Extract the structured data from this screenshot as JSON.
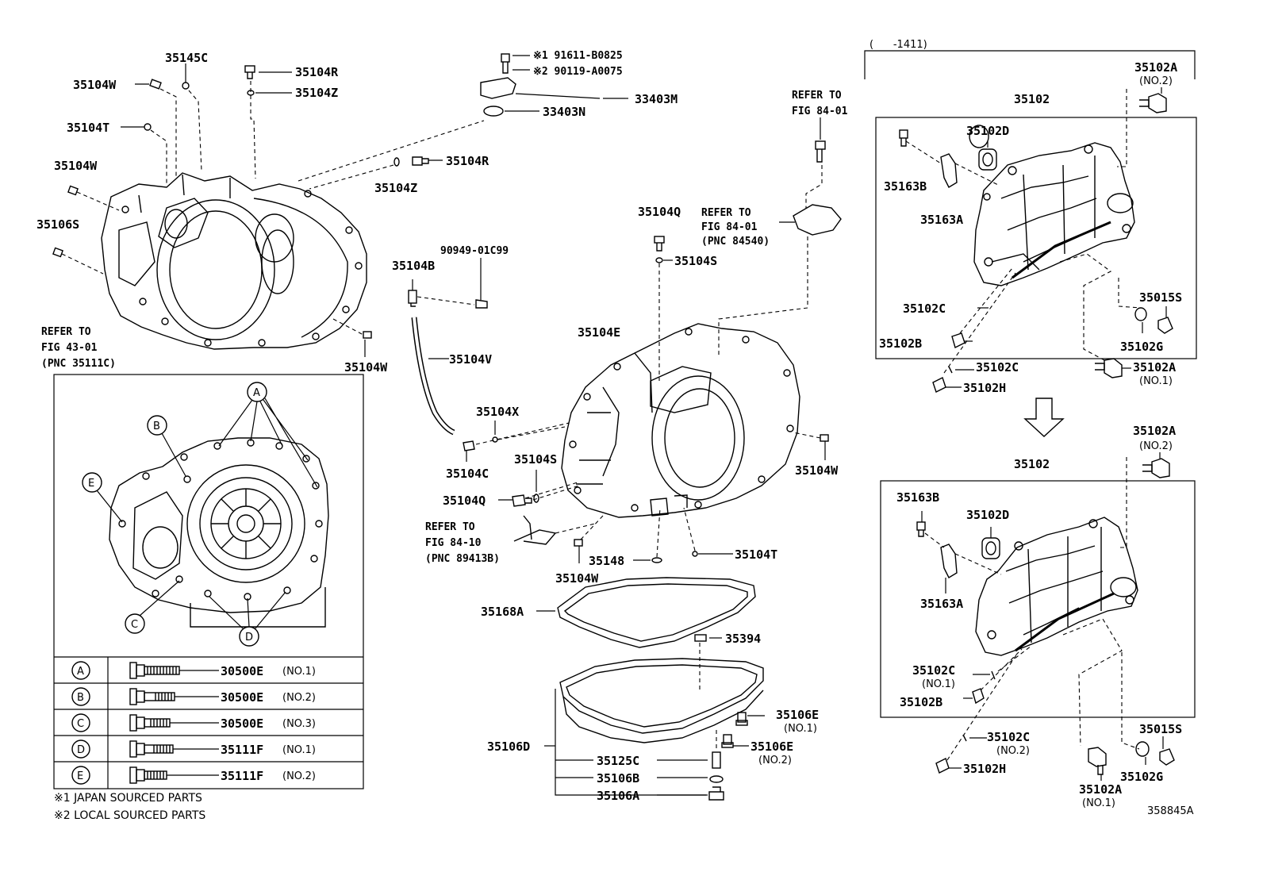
{
  "labels": {
    "p35145C": "35145C",
    "p35104W_a": "35104W",
    "p35104T_a": "35104T",
    "p35104W_b": "35104W",
    "p35106S": "35106S",
    "p35104R_a": "35104R",
    "p35104Z_a": "35104Z",
    "p35104R_b": "35104R",
    "p35104Z_b": "35104Z",
    "p35104W_c": "35104W",
    "p91611": "※1 91611-B0825",
    "p90119": "※2 90119-A0075",
    "p33403M": "33403M",
    "p33403N": "33403N",
    "p90949": "90949-01C99",
    "p35104B": "35104B",
    "p35104V": "35104V",
    "p35104X": "35104X",
    "p35104C": "35104C",
    "p35104S_a": "35104S",
    "p35104Q_a": "35104Q",
    "p35104E": "35104E",
    "p35104Q_b": "35104Q",
    "p35104S_b": "35104S",
    "p35104W_d": "35104W",
    "p35148": "35148",
    "p35104W_e": "35104W",
    "p35104T_b": "35104T",
    "p35168A": "35168A",
    "p35394": "35394",
    "p35106D": "35106D",
    "p35106E_a": "35106E",
    "p35106E_b": "35106E",
    "p35125C": "35125C",
    "p35106B": "35106B",
    "p35106A": "35106A",
    "p35102_a": "35102",
    "p35102A_a": "35102A",
    "p35102D_a": "35102D",
    "p35163B_a": "35163B",
    "p35163A_a": "35163A",
    "p35102C_a": "35102C",
    "p35102B_a": "35102B",
    "p35015S_a": "35015S",
    "p35102G_a": "35102G",
    "p35102C_b": "35102C",
    "p35102A_b": "35102A",
    "p35102H_a": "35102H",
    "p35102A_c": "35102A",
    "p35102_b": "35102",
    "p35163B_b": "35163B",
    "p35102D_b": "35102D",
    "p35163A_b": "35163A",
    "p35102C_c": "35102C",
    "p35102B_b": "35102B",
    "p35102C_d": "35102C",
    "p35102H_b": "35102H",
    "p35102A_d": "35102A",
    "p35015S_b": "35015S",
    "p35102G_b": "35102G",
    "p30500E_1": "30500E",
    "p30500E_2": "30500E",
    "p30500E_3": "30500E",
    "p35111F_1": "35111F",
    "p35111F_2": "35111F",
    "code": "358845A"
  },
  "qualifiers": {
    "no2_a": "(NO.2)",
    "no1_a": "(NO.1)",
    "no2_b": "(NO.2)",
    "no1_c": "(NO.1)",
    "no2_c": "(NO.2)",
    "no1_d": "(NO.1)",
    "no1_e": "(NO.1)",
    "no2_e": "(NO.2)",
    "t1": "(NO.1)",
    "t2": "(NO.2)",
    "t3": "(NO.3)",
    "t4": "(NO.1)",
    "t5": "(NO.2)"
  },
  "refs": {
    "r1_a": "REFER TO",
    "r1_b": "FIG 43-01",
    "r1_c": "(PNC 35111C)",
    "r2_a": "REFER TO",
    "r2_b": "FIG 84-01",
    "r3_a": "REFER TO",
    "r3_b": "FIG 84-01",
    "r3_c": "(PNC 84540)",
    "r4_a": "REFER TO",
    "r4_b": "FIG 84-10",
    "r4_c": "(PNC 89413B)"
  },
  "date_range": "(      -1411)",
  "markers": [
    "A",
    "B",
    "C",
    "D",
    "E"
  ],
  "bolt_table": {
    "rows": [
      {
        "key": "A"
      },
      {
        "key": "B"
      },
      {
        "key": "C"
      },
      {
        "key": "D"
      },
      {
        "key": "E"
      }
    ]
  },
  "notes": {
    "n1": "※1 JAPAN SOURCED PARTS",
    "n2": "※2 LOCAL SOURCED PARTS"
  }
}
